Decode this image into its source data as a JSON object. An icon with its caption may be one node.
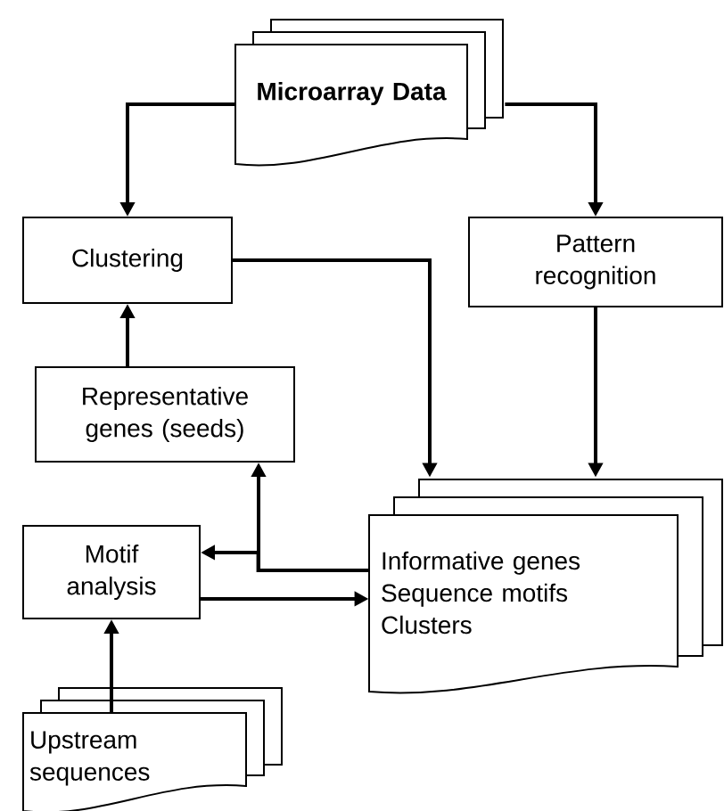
{
  "diagram": {
    "nodes": [
      {
        "text": [
          "Microarray Data"
        ]
      },
      {
        "text": [
          "Clustering"
        ]
      },
      {
        "text": [
          "Pattern recognition"
        ]
      },
      {
        "text": [
          "Representative genes (seeds)"
        ]
      },
      {
        "text": [
          "Motif analysis"
        ]
      },
      {
        "text": [
          "Informative genes",
          "Sequence motifs",
          "Clusters"
        ]
      },
      {
        "text": [
          "Upstream sequences"
        ]
      }
    ],
    "edges": [
      {
        "from": 0,
        "to": 1,
        "arrow": "to"
      },
      {
        "from": 0,
        "to": 2,
        "arrow": "to"
      },
      {
        "from": 1,
        "to": 5,
        "arrow": "to"
      },
      {
        "from": 2,
        "to": 5,
        "arrow": "to"
      },
      {
        "from": 5,
        "to": 3,
        "arrow": "to"
      },
      {
        "from": 5,
        "to": 4,
        "arrow": "to"
      },
      {
        "from": 4,
        "to": 5,
        "arrow": "to"
      },
      {
        "from": 6,
        "to": 4,
        "arrow": "to"
      },
      {
        "from": 3,
        "to": 1,
        "arrow": "to"
      }
    ]
  }
}
